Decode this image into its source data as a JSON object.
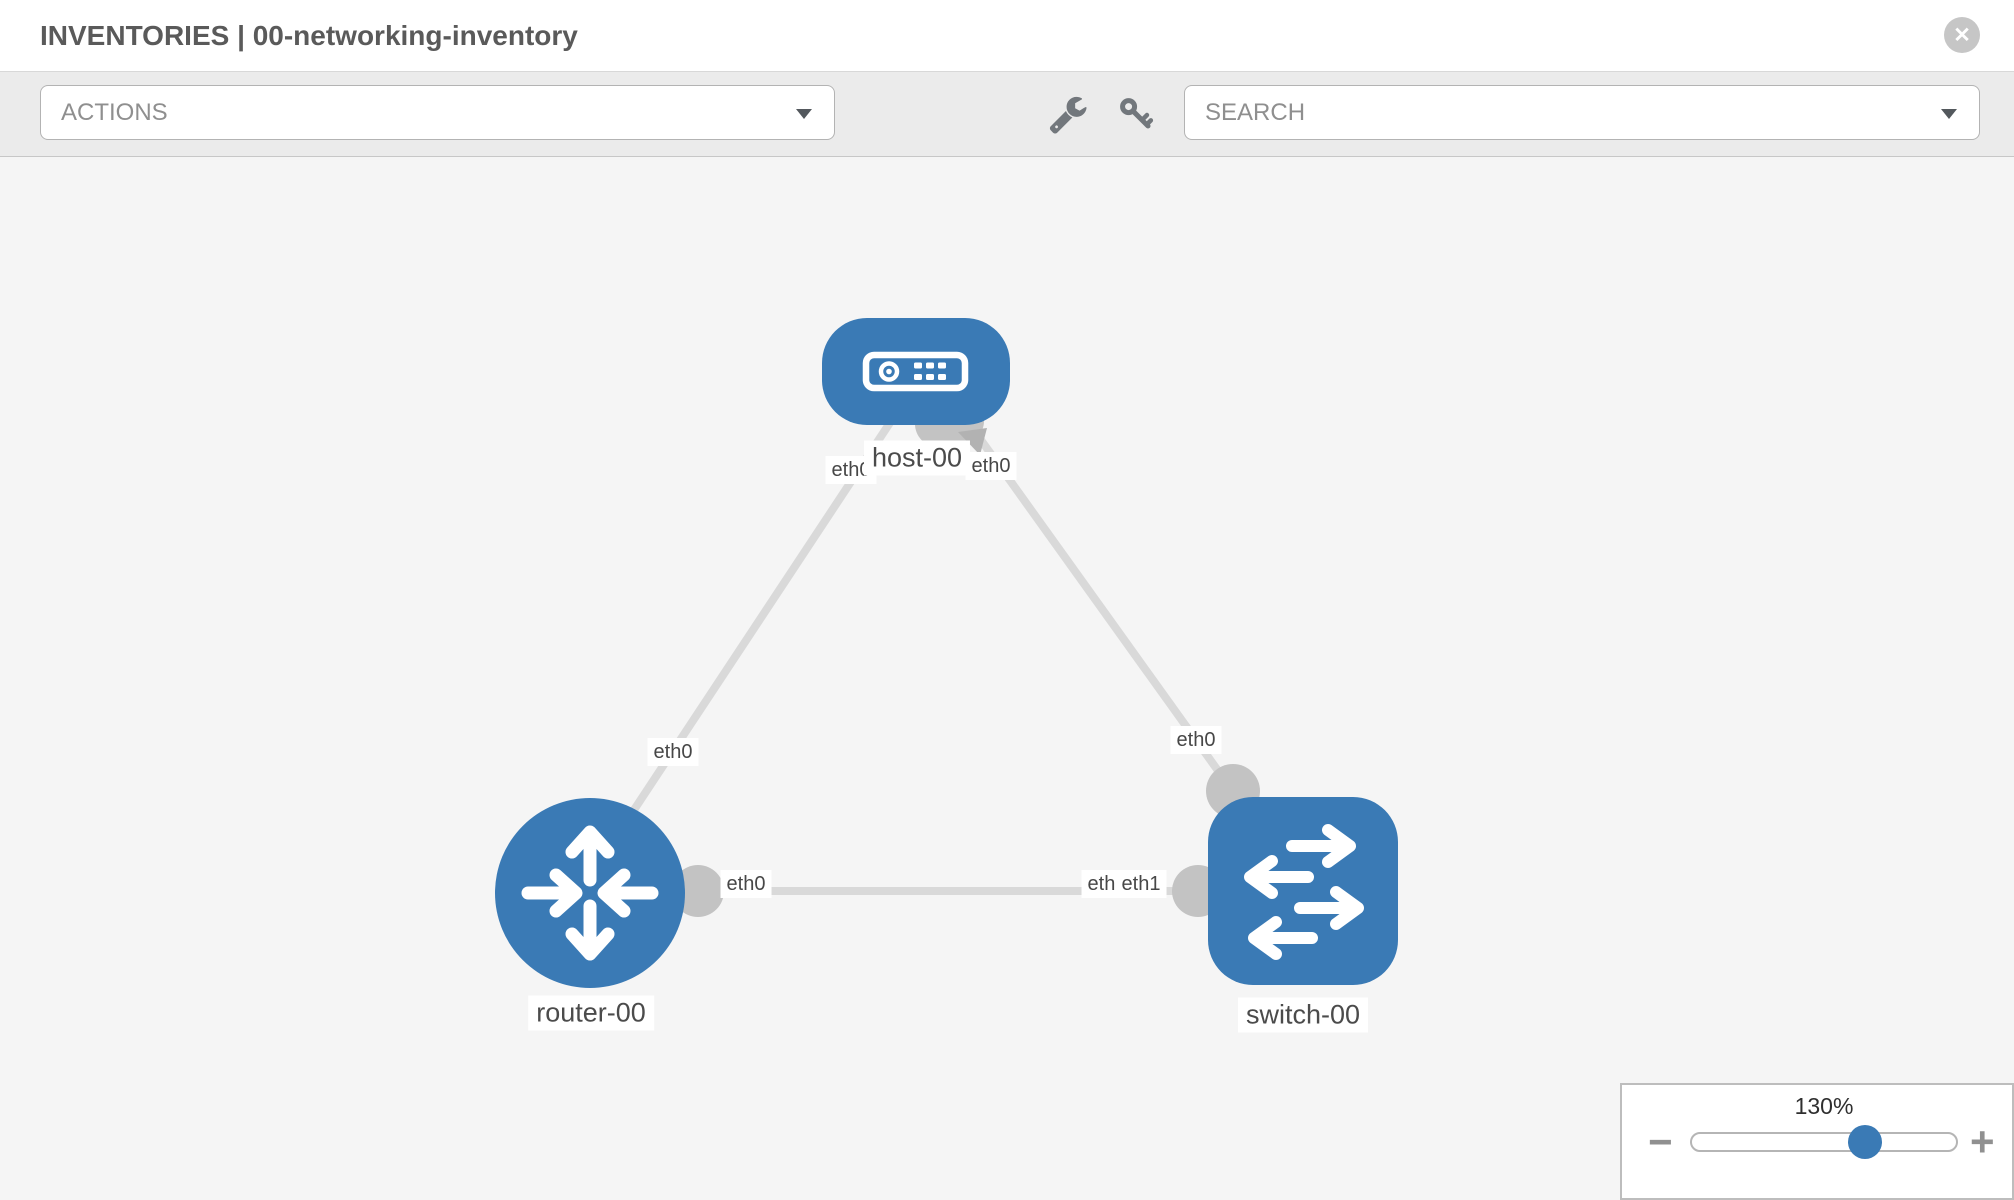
{
  "header": {
    "title": "INVENTORIES | 00-networking-inventory",
    "close_label": "✕"
  },
  "toolbar": {
    "actions_label": "ACTIONS",
    "search_label": "SEARCH",
    "icons": [
      "wrench-icon",
      "key-icon"
    ]
  },
  "graph": {
    "nodes": [
      {
        "label": "host-00",
        "type": "host"
      },
      {
        "label": "router-00",
        "type": "router"
      },
      {
        "label": "switch-00",
        "type": "switch"
      }
    ],
    "links": [
      {
        "source": "host-00",
        "source_if": "eth0",
        "target": "router-00",
        "target_if": "eth0"
      },
      {
        "source": "host-00",
        "source_if": "eth0",
        "target": "switch-00",
        "target_if": "eth0"
      },
      {
        "source": "router-00",
        "source_if": "eth0",
        "target": "switch-00",
        "target_if": "eth1"
      }
    ]
  },
  "zoom_control": {
    "level": "130%",
    "minus_label": "−",
    "plus_label": "+"
  },
  "colors": {
    "node_blue": "#3a7ab5",
    "link_gray": "#d9d9d9",
    "connector_gray": "#c3c3c3",
    "canvas_bg": "#f5f5f5",
    "toolbar_bg": "#ebebeb"
  }
}
